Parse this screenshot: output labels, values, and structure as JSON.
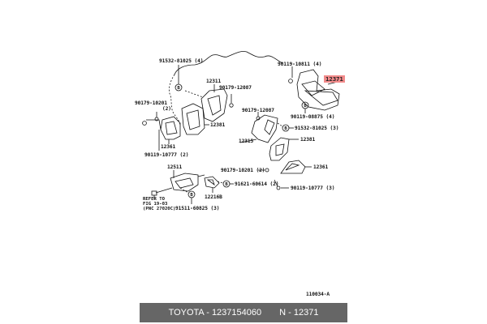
{
  "diagram": {
    "figure_id": "110034-A",
    "highlighted_part": "12371",
    "labels": {
      "p91532_81025_top": "91532-81025 (4)",
      "p12311": "12311",
      "p90179_12087_a": "90179-12087",
      "p90179_10201_left": "90179-10201",
      "p90179_10201_left_qty": "(2)",
      "p12381_left": "12381",
      "p12361_left": "12361",
      "p90119_10777_left": "90119-10777 (2)",
      "p90119_10811": "90119-10811 (4)",
      "p12371": "12371",
      "p90119_08875": "90119-08875 (4)",
      "p90179_12087_b": "90179-12087",
      "p91532_81025_right": "91532-81025 (3)",
      "p12315": "12315",
      "p12381_right": "12381",
      "p12361_right": "12361",
      "p90179_10201_mid": "90179-10201 (2)",
      "p12511": "12511",
      "p91621_60614": "91621-60614 (2)",
      "p90119_10777_right": "90119-10777 (3)",
      "p12216B": "12216B",
      "p91511_60825": "91511-60825 (3)",
      "refer_line1": "REFER TO",
      "refer_line2": "FIG 19-03",
      "refer_line3": "(PNC 27020C)",
      "marker_b": "B"
    }
  },
  "footer": {
    "brand_part": "TOYOTA - 1237154060",
    "position": "N - 12371",
    "bg_color": "#666666",
    "highlight_color": "#f28b8b"
  }
}
